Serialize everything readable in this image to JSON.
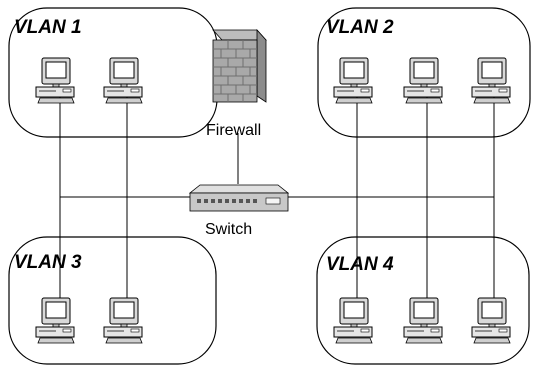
{
  "vlans": [
    {
      "label": "VLAN 1"
    },
    {
      "label": "VLAN 2"
    },
    {
      "label": "VLAN 3"
    },
    {
      "label": "VLAN 4"
    }
  ],
  "firewall": {
    "label": "Firewall",
    "icon": "firewall-brick-wall-icon"
  },
  "switch": {
    "label": "Switch",
    "icon": "network-switch-icon"
  },
  "computers": {
    "icon": "desktop-computer-icon",
    "count": 10
  }
}
